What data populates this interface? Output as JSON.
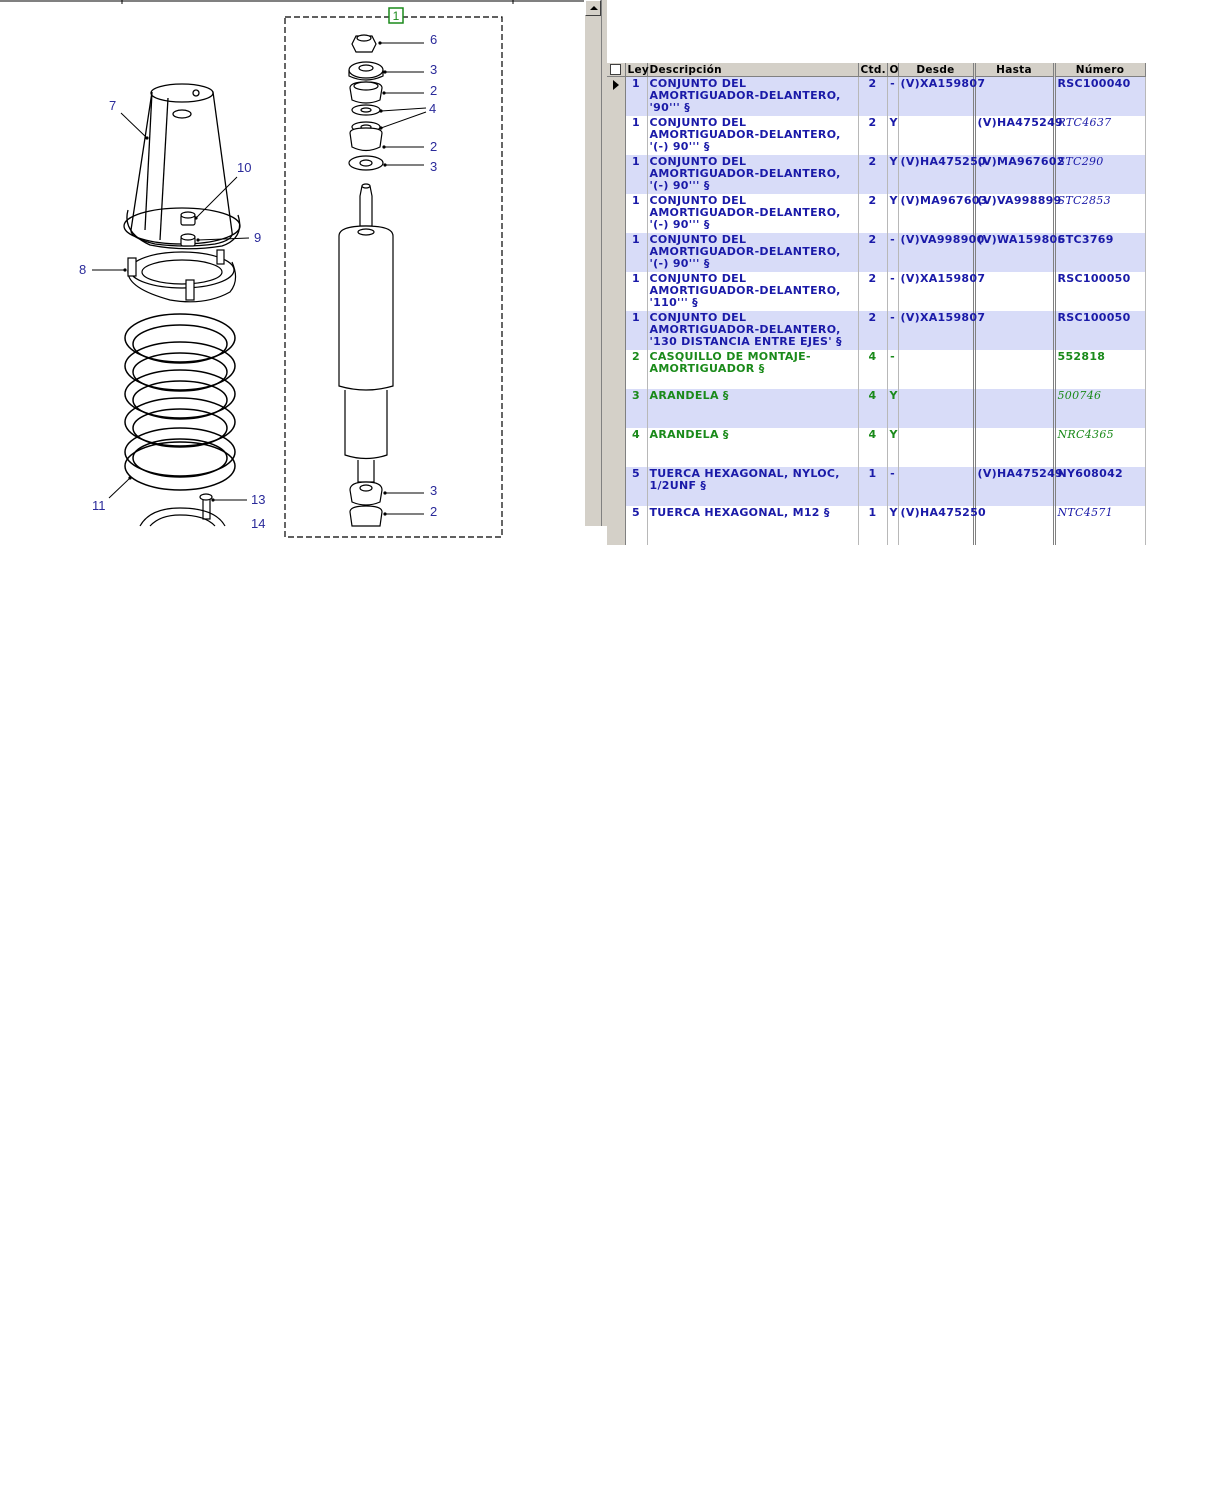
{
  "diagram": {
    "group_label": "1",
    "callouts": {
      "c1": "6",
      "c2": "3",
      "c3": "2",
      "c4": "4",
      "c5": "2",
      "c6": "3",
      "c7": "7",
      "c8": "10",
      "c9": "9",
      "c10": "8",
      "c11": "11",
      "c12": "13",
      "c13": "14",
      "c14": "3",
      "c15": "2"
    }
  },
  "grid": {
    "columns": [
      "Ley",
      "Descripción",
      "Ctd.",
      "O",
      "Desde",
      "Hasta",
      "Número"
    ],
    "rows": [
      {
        "ley": "1",
        "desc": "CONJUNTO DEL AMORTIGUADOR-DELANTERO, '90''' §",
        "ctd": "2",
        "o": "-",
        "desde": "(V)XA159807",
        "hasta": "",
        "numero": "RSC100040",
        "color": "blue",
        "italic": false,
        "current": true
      },
      {
        "ley": "1",
        "desc": "CONJUNTO DEL AMORTIGUADOR-DELANTERO, '(-) 90''' §",
        "ctd": "2",
        "o": "Y",
        "desde": "",
        "hasta": "(V)HA475249",
        "numero": "RTC4637",
        "color": "blue",
        "italic": true,
        "current": false
      },
      {
        "ley": "1",
        "desc": "CONJUNTO DEL AMORTIGUADOR-DELANTERO, '(-) 90''' §",
        "ctd": "2",
        "o": "Y",
        "desde": "(V)HA475250",
        "hasta": "(V)MA967602",
        "numero": "STC290",
        "color": "blue",
        "italic": true,
        "current": false
      },
      {
        "ley": "1",
        "desc": "CONJUNTO DEL AMORTIGUADOR-DELANTERO, '(-) 90''' §",
        "ctd": "2",
        "o": "Y",
        "desde": "(V)MA967603",
        "hasta": "(V)VA998899",
        "numero": "STC2853",
        "color": "blue",
        "italic": true,
        "current": false
      },
      {
        "ley": "1",
        "desc": "CONJUNTO DEL AMORTIGUADOR-DELANTERO, '(-) 90''' §",
        "ctd": "2",
        "o": "-",
        "desde": "(V)VA998900",
        "hasta": "(V)WA159806",
        "numero": "STC3769",
        "color": "blue",
        "italic": false,
        "current": false
      },
      {
        "ley": "1",
        "desc": "CONJUNTO DEL AMORTIGUADOR-DELANTERO, '110''' §",
        "ctd": "2",
        "o": "-",
        "desde": "(V)XA159807",
        "hasta": "",
        "numero": "RSC100050",
        "color": "blue",
        "italic": false,
        "current": false
      },
      {
        "ley": "1",
        "desc": "CONJUNTO DEL AMORTIGUADOR-DELANTERO, '130 DISTANCIA ENTRE EJES' §",
        "ctd": "2",
        "o": "-",
        "desde": "(V)XA159807",
        "hasta": "",
        "numero": "RSC100050",
        "color": "blue",
        "italic": false,
        "current": false
      },
      {
        "ley": "2",
        "desc": "CASQUILLO DE MONTAJE-AMORTIGUADOR §",
        "ctd": "4",
        "o": "-",
        "desde": "",
        "hasta": "",
        "numero": "552818",
        "color": "green",
        "italic": false,
        "current": false
      },
      {
        "ley": "3",
        "desc": "ARANDELA §",
        "ctd": "4",
        "o": "Y",
        "desde": "",
        "hasta": "",
        "numero": "500746",
        "color": "green",
        "italic": true,
        "current": false
      },
      {
        "ley": "4",
        "desc": "ARANDELA §",
        "ctd": "4",
        "o": "Y",
        "desde": "",
        "hasta": "",
        "numero": "NRC4365",
        "color": "green",
        "italic": true,
        "current": false
      },
      {
        "ley": "5",
        "desc": "TUERCA HEXAGONAL, NYLOC, 1/2UNF §",
        "ctd": "1",
        "o": "-",
        "desde": "",
        "hasta": "(V)HA475249",
        "numero": "NY608042",
        "color": "blue",
        "italic": false,
        "current": false
      },
      {
        "ley": "5",
        "desc": "TUERCA HEXAGONAL, M12 §",
        "ctd": "1",
        "o": "Y",
        "desde": "(V)HA475250",
        "hasta": "",
        "numero": "NTC4571",
        "color": "blue",
        "italic": true,
        "current": false
      }
    ]
  },
  "colors": {
    "blue_text": "#1a1aa8",
    "green_text": "#1a8a1a",
    "row_alt": "#d8dcf8",
    "header_bg": "#d4d0c8",
    "callout": "#2a2a9a"
  }
}
